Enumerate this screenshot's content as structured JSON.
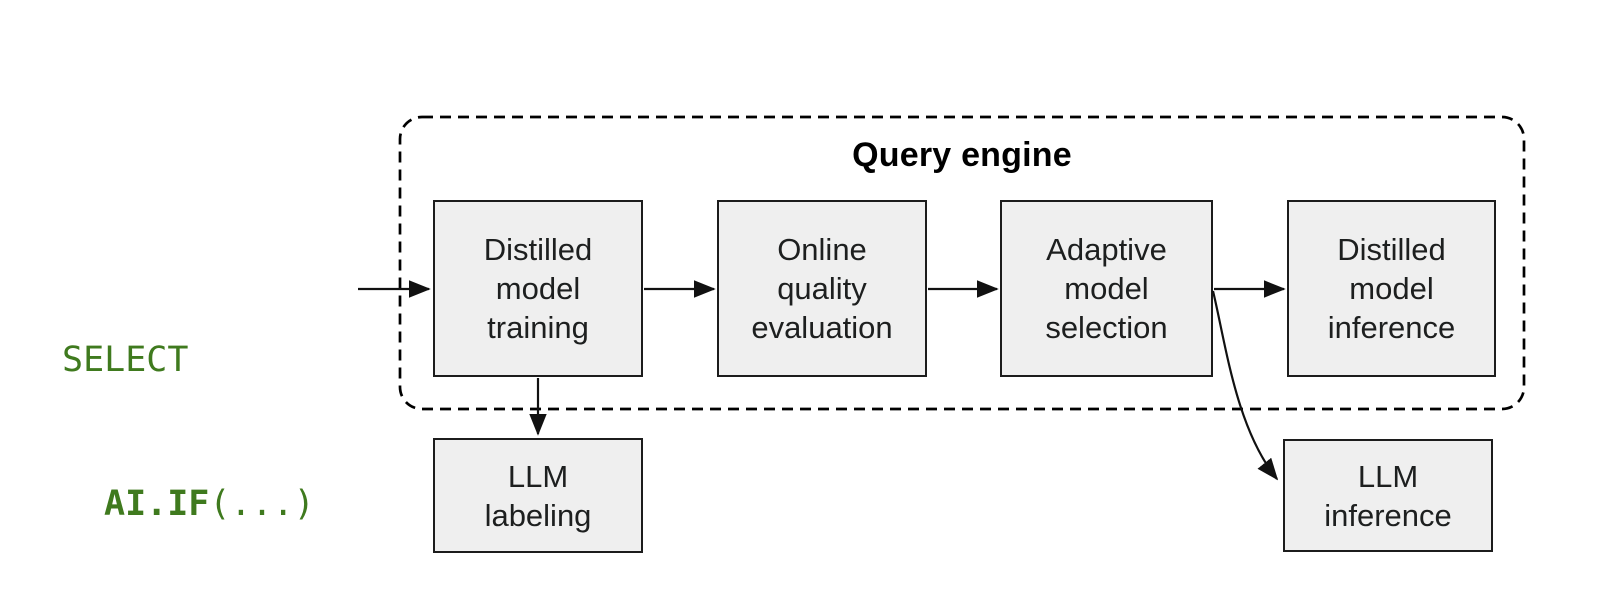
{
  "sql": {
    "line1": "SELECT",
    "line2_function": "AI.IF",
    "line2_args": "(...)"
  },
  "container": {
    "title": "Query engine"
  },
  "nodes": [
    {
      "id": "distilled-model-training",
      "label": "Distilled\nmodel\ntraining"
    },
    {
      "id": "online-quality-evaluation",
      "label": "Online\nquality\nevaluation"
    },
    {
      "id": "adaptive-model-selection",
      "label": "Adaptive\nmodel\nselection"
    },
    {
      "id": "distilled-model-inference",
      "label": "Distilled\nmodel\ninference"
    },
    {
      "id": "llm-labeling",
      "label": "LLM\nlabeling"
    },
    {
      "id": "llm-inference",
      "label": "LLM\ninference"
    }
  ],
  "edges": [
    {
      "from": "sql-query",
      "to": "distilled-model-training"
    },
    {
      "from": "distilled-model-training",
      "to": "online-quality-evaluation"
    },
    {
      "from": "online-quality-evaluation",
      "to": "adaptive-model-selection"
    },
    {
      "from": "adaptive-model-selection",
      "to": "distilled-model-inference"
    },
    {
      "from": "distilled-model-training",
      "to": "llm-labeling"
    },
    {
      "from": "adaptive-model-selection",
      "to": "llm-inference"
    }
  ],
  "colors": {
    "sql_green": "#3F7A1E",
    "box_fill": "#EFEFEF",
    "box_border": "#1C1C1C",
    "text": "#1D1F1F",
    "line": "#111111"
  }
}
